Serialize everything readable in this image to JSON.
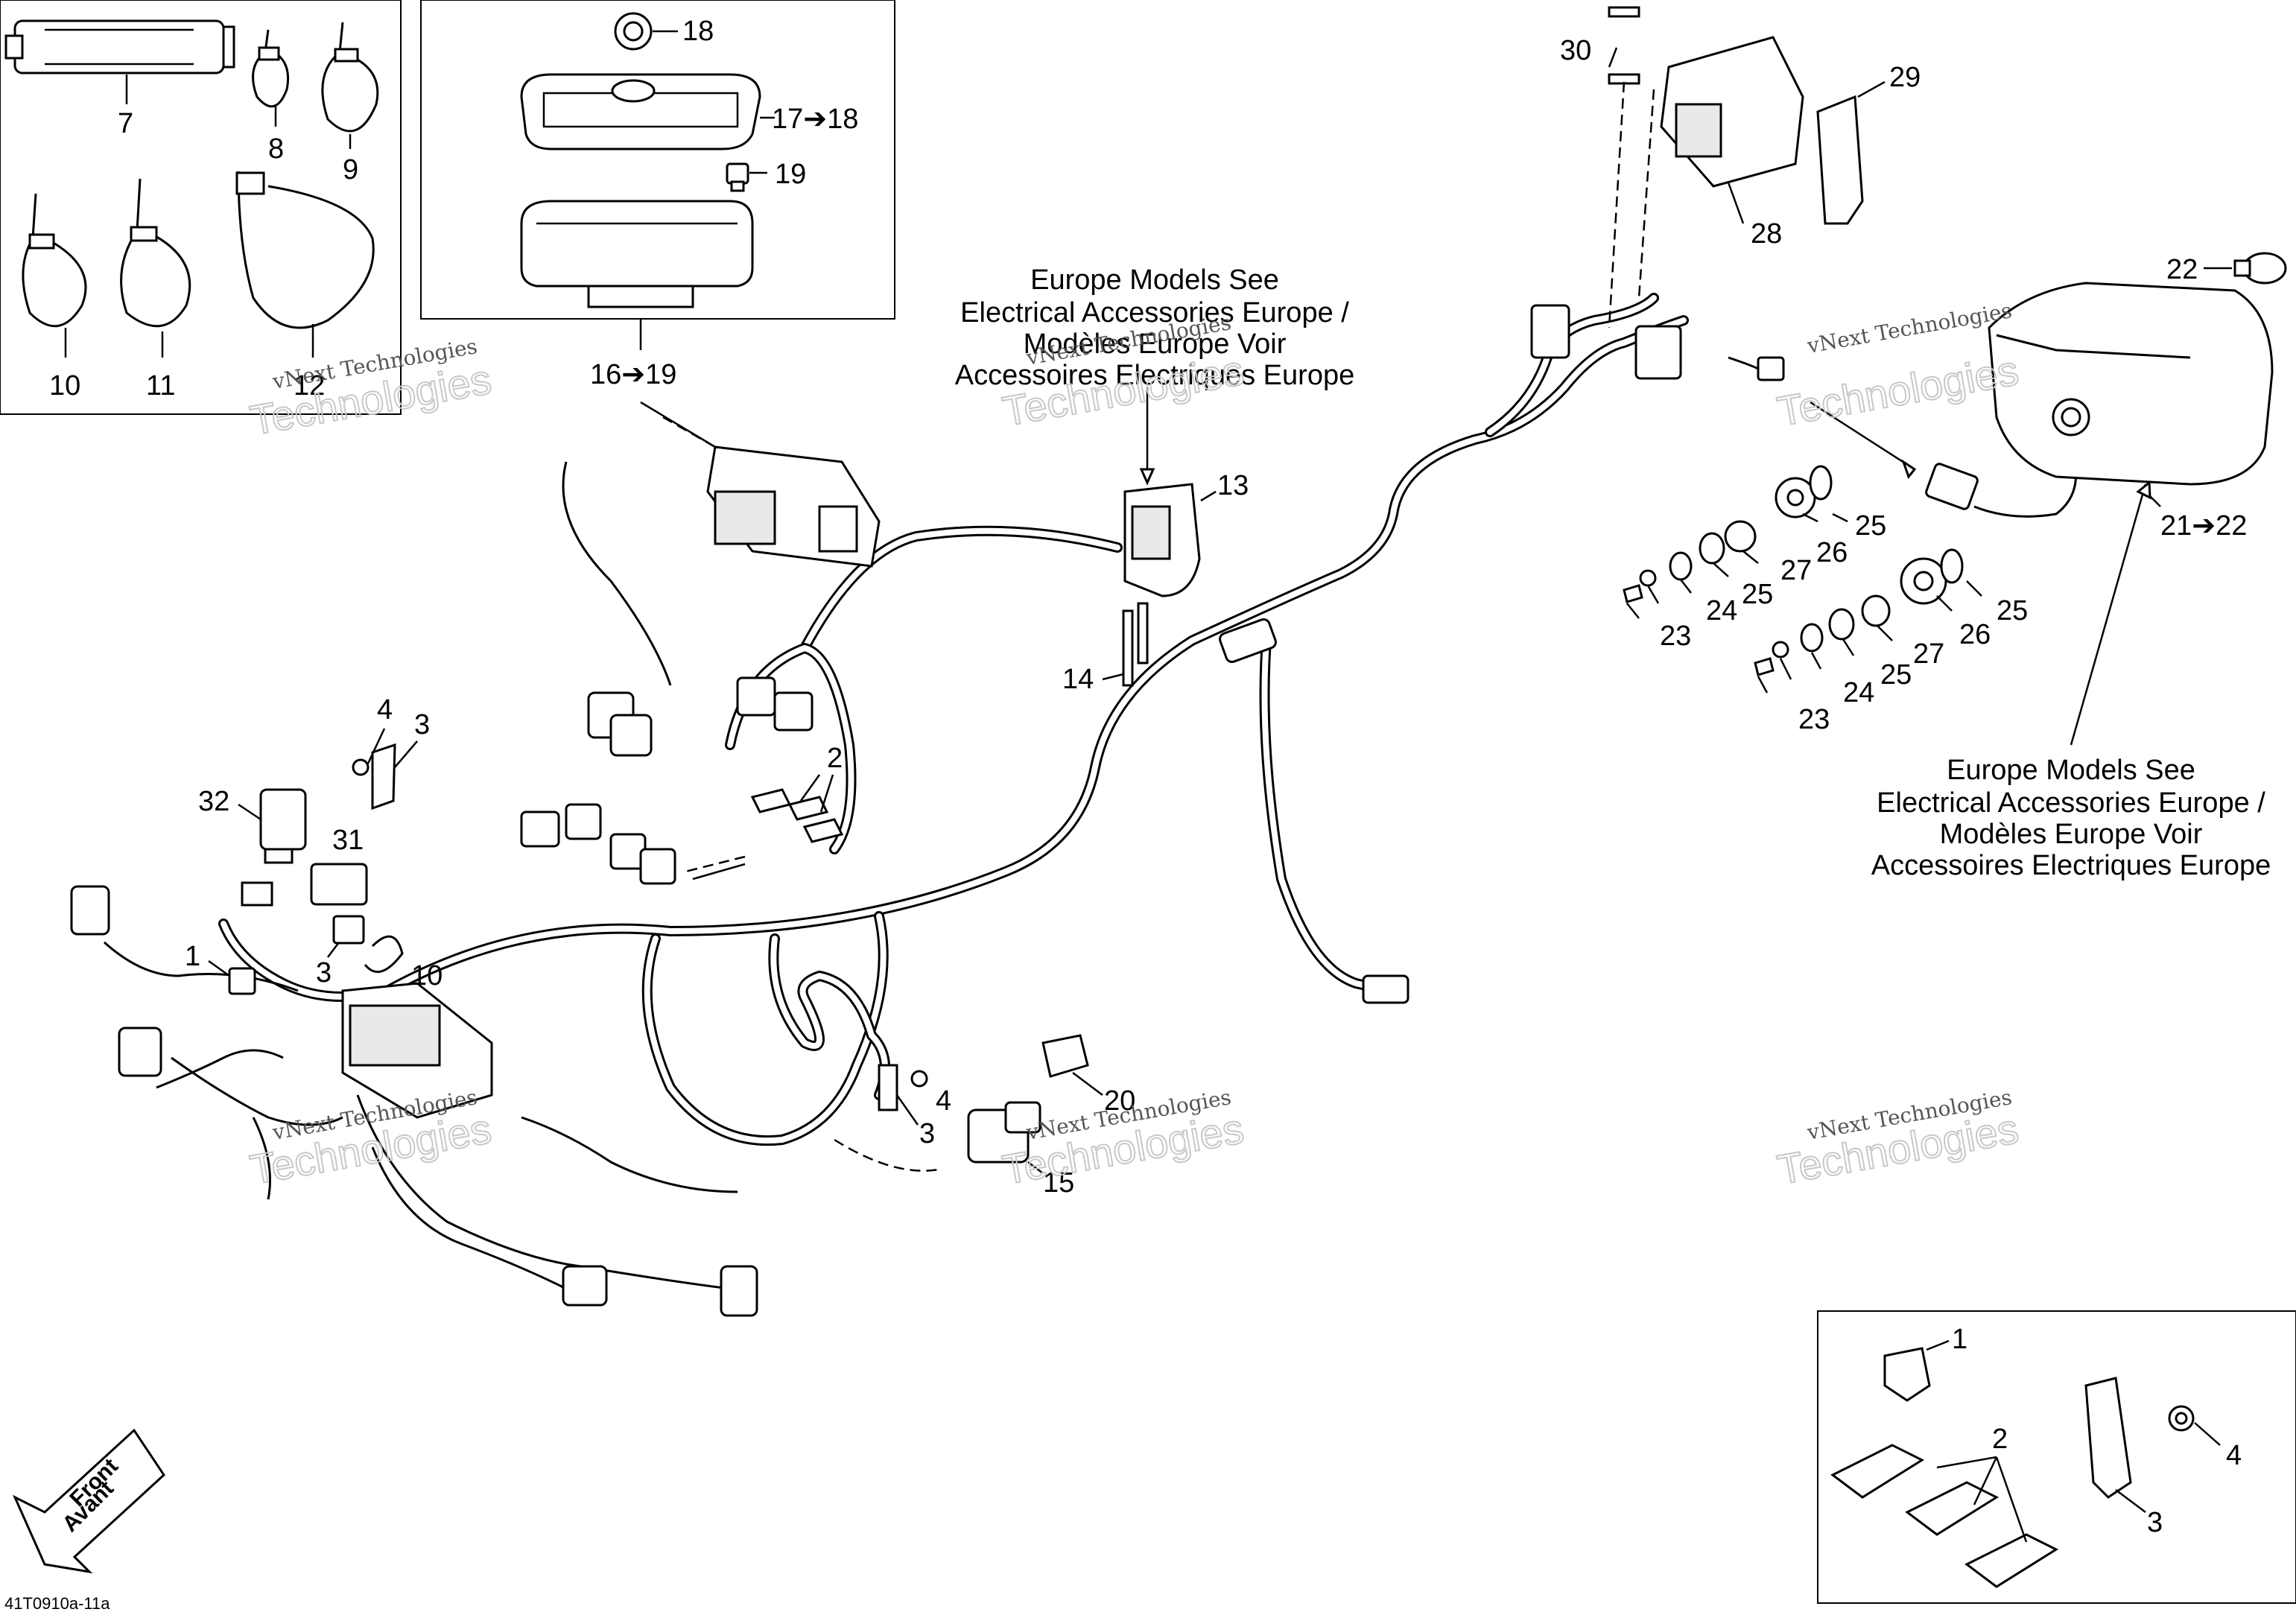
{
  "callouts": {
    "c1a": "1",
    "c1b": "1",
    "c2a": "2",
    "c2b": "2",
    "c3a": "3",
    "c3b": "3",
    "c3c": "3",
    "c3d": "3",
    "c4a": "4",
    "c4b": "4",
    "c4c": "4",
    "c7": "7",
    "c8": "8",
    "c9": "9",
    "c10a": "10",
    "c10b": "10",
    "c11": "11",
    "c12": "12",
    "c13": "13",
    "c14": "14",
    "c15": "15",
    "c16_19": "16➔19",
    "c17_18": "17➔18",
    "c18": "18",
    "c19": "19",
    "c20": "20",
    "c21_22": "21➔22",
    "c22": "22",
    "c23a": "23",
    "c23b": "23",
    "c24a": "24",
    "c24b": "24",
    "c25a": "25",
    "c25b": "25",
    "c25c": "25",
    "c25d": "25",
    "c26a": "26",
    "c26b": "26",
    "c27a": "27",
    "c27b": "27",
    "c28": "28",
    "c29": "29",
    "c30": "30",
    "c31": "31",
    "c32": "32"
  },
  "notes": {
    "top": [
      "Europe Models See",
      "Electrical Accessories Europe /",
      "Modèles Europe Voir",
      "Accessoires Electriques Europe"
    ],
    "right": [
      "Europe Models See",
      "Electrical Accessories Europe /",
      "Modèles Europe Voir",
      "Accessoires Electriques Europe"
    ]
  },
  "front_arrow": {
    "line1": "Front",
    "line2": "Avant"
  },
  "figure_code": "41T0910a-11a",
  "watermark": {
    "line1": "vNext Technologies",
    "line2": "Technologies"
  }
}
